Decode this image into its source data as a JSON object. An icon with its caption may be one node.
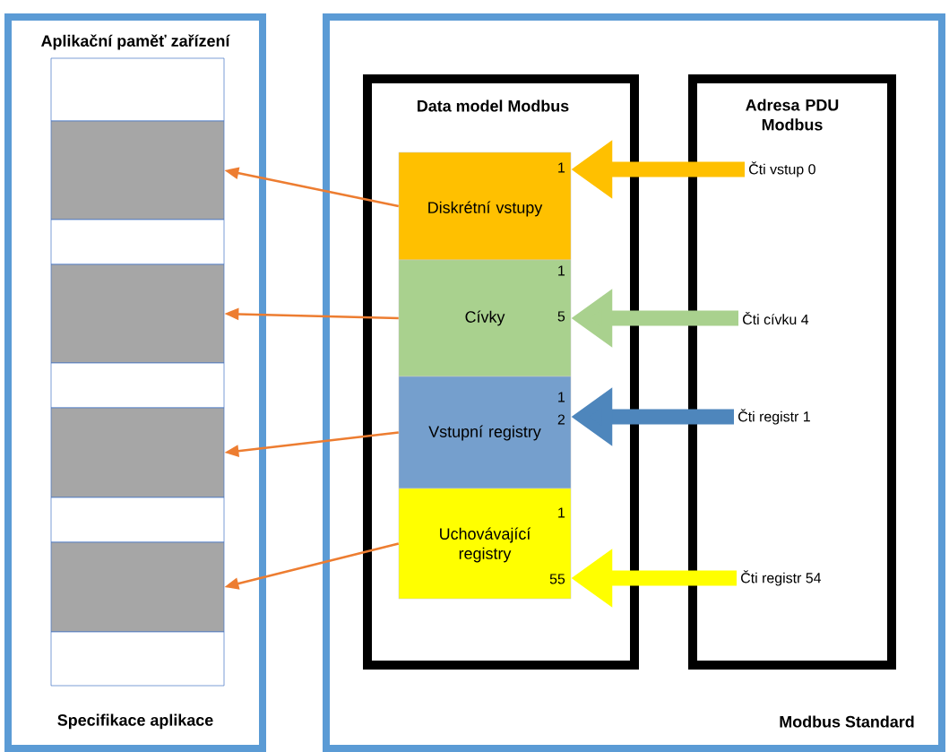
{
  "diagram": {
    "nodes": [
      {
        "text": [
          "Aplikační paměť zařízení",
          "Specifikace aplikace"
        ]
      },
      {
        "text": [],
        "shape": "box",
        "in": 0
      },
      {
        "text": [],
        "shape": "box",
        "in": 0
      },
      {
        "text": [],
        "shape": "box",
        "in": 0
      },
      {
        "text": [],
        "shape": "box",
        "in": 0
      },
      {
        "text": [],
        "shape": "box",
        "in": 0
      },
      {
        "text": [],
        "shape": "box",
        "in": 0
      },
      {
        "text": [],
        "shape": "box",
        "in": 0
      },
      {
        "text": [],
        "shape": "box",
        "in": 0
      },
      {
        "text": [],
        "shape": "box",
        "in": 0
      },
      {
        "text": [
          "Modbus Standard"
        ]
      },
      {
        "text": [
          "Data model Modbus"
        ],
        "in": 10
      },
      {
        "text": [
          "Adresa PDU Modbus"
        ],
        "in": 10
      },
      {
        "text": [
          "Diskrétní vstupy",
          "1"
        ],
        "in": 11
      },
      {
        "text": [
          "Cívky",
          "1",
          "5"
        ],
        "in": 11
      },
      {
        "text": [
          "Vstupní registry",
          "1",
          "2"
        ],
        "in": 11
      },
      {
        "text": [
          "Uchovávající registry",
          "1",
          "55"
        ],
        "in": 11
      },
      {
        "text": [
          "Čti vstup 0"
        ],
        "in": 12
      },
      {
        "text": [
          "Čti cívku 4"
        ],
        "in": 12
      },
      {
        "text": [
          "Čti registr 1"
        ],
        "in": 12
      },
      {
        "text": [
          "Čti registr 54"
        ],
        "in": 12
      }
    ],
    "edges": [
      {
        "from": 13,
        "to": 2,
        "arrow": "to",
        "color": "#ed7d31"
      },
      {
        "from": 14,
        "to": 4,
        "arrow": "to",
        "color": "#ed7d31"
      },
      {
        "from": 15,
        "to": 6,
        "arrow": "to",
        "color": "#ed7d31"
      },
      {
        "from": 16,
        "to": 8,
        "arrow": "to",
        "color": "#ed7d31"
      },
      {
        "from": 17,
        "to": 13,
        "arrow": "to",
        "style": "thick",
        "color": "#ffc000"
      },
      {
        "from": 18,
        "to": 14,
        "arrow": "to",
        "style": "thick",
        "color": "#a9d18e"
      },
      {
        "from": 19,
        "to": 15,
        "arrow": "to",
        "style": "thick",
        "color": "#4e86bc"
      },
      {
        "from": 20,
        "to": 16,
        "arrow": "to",
        "style": "thick",
        "color": "#ffff00"
      }
    ]
  }
}
